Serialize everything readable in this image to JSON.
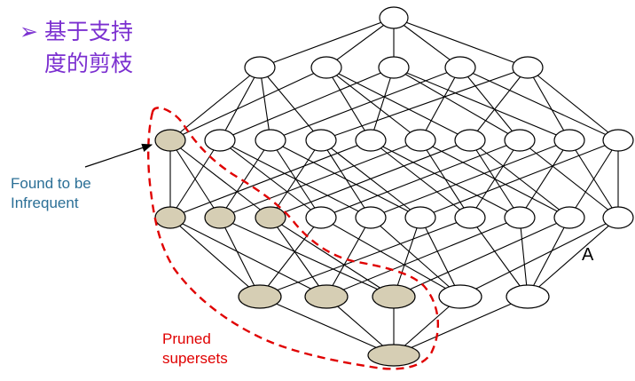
{
  "title": {
    "bullet_icon": "arrow-bullet-icon",
    "line1": "基于支持",
    "line2": "度的剪枝"
  },
  "annotations": {
    "found_line1": "Found to be",
    "found_line2": "Infrequent",
    "pruned_line1": "Pruned",
    "pruned_line2": "supersets",
    "node_label": "A"
  },
  "colors": {
    "title": "#7b2fd0",
    "found_text": "#2b6f96",
    "pruned_text": "#e00000",
    "node_fill": "#ffffff",
    "infrequent_fill": "#d6ceb4",
    "edge": "#000000",
    "boundary": "#e00000"
  },
  "lattice": {
    "levels": [
      {
        "count": 1
      },
      {
        "count": 5
      },
      {
        "count": 10,
        "infrequent": [
          0
        ]
      },
      {
        "count": 10,
        "infrequent": [
          0,
          1,
          2
        ]
      },
      {
        "count": 5,
        "infrequent": [
          0,
          1,
          2
        ]
      },
      {
        "count": 1,
        "infrequent": [
          0
        ]
      }
    ]
  }
}
